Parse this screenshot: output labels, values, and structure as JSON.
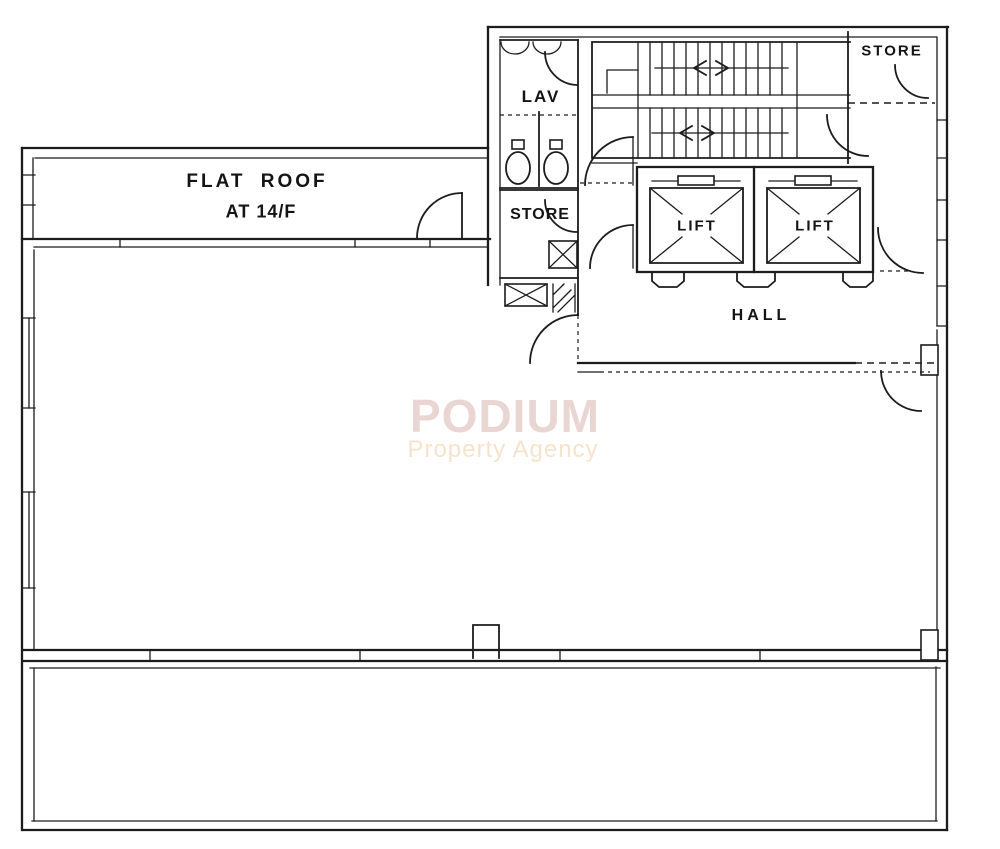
{
  "plan": {
    "flat_roof": {
      "line1": "FLAT ROOF",
      "line2": "AT 14/F"
    },
    "rooms": {
      "lav": "LAV",
      "store_core": "STORE",
      "store_upper_right": "STORE",
      "lift_left": "LIFT",
      "lift_right": "LIFT",
      "hall": "HALL"
    }
  },
  "watermark": {
    "title": "PODIUM",
    "subtitle": "Property Agency",
    "title_color": "#e9d6d3",
    "subtitle_color": "#f6e3cc"
  },
  "colors": {
    "ink": "#1c1c1c",
    "background": "#ffffff"
  }
}
